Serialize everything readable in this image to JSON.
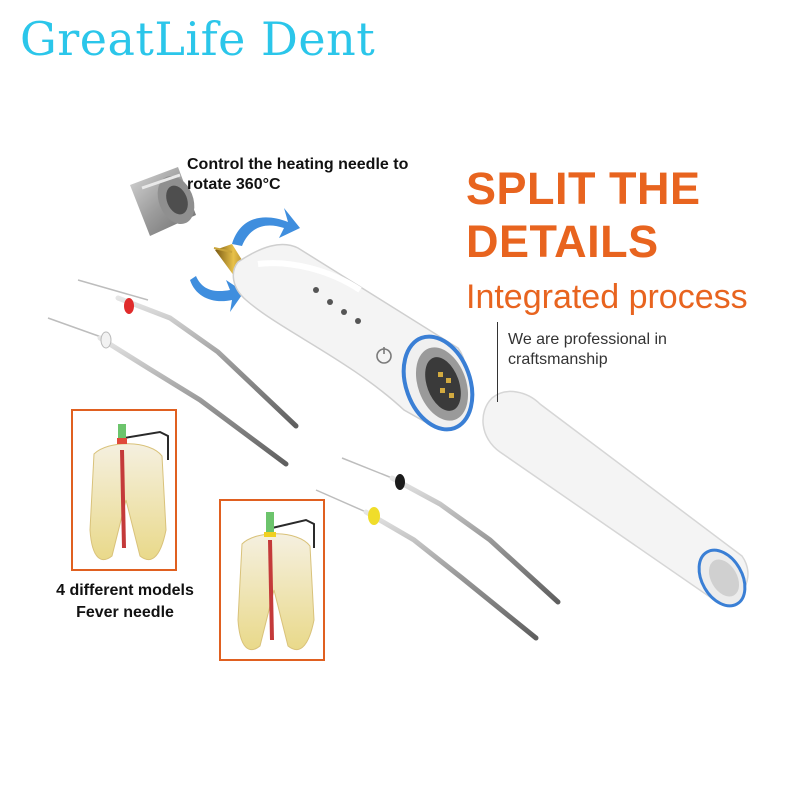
{
  "brand": "GreatLife Dent",
  "annotation": {
    "line1": "Control the heating needle to",
    "line2": "rotate 360°C"
  },
  "headline": {
    "line1": "SPLIT THE",
    "line2": "DETAILS",
    "sub": "Integrated process"
  },
  "tagline": {
    "line1": "We are professional in",
    "line2": "craftsmanship"
  },
  "models_label": {
    "line1": "4 different models",
    "line2": "Fever needle"
  },
  "colors": {
    "brand": "#2bc6ea",
    "accent": "#e8641f",
    "arrow": "#3f8ede",
    "ring": "#3a7fd5"
  },
  "icons": [
    "rotate-arrow-icon",
    "power-icon"
  ]
}
